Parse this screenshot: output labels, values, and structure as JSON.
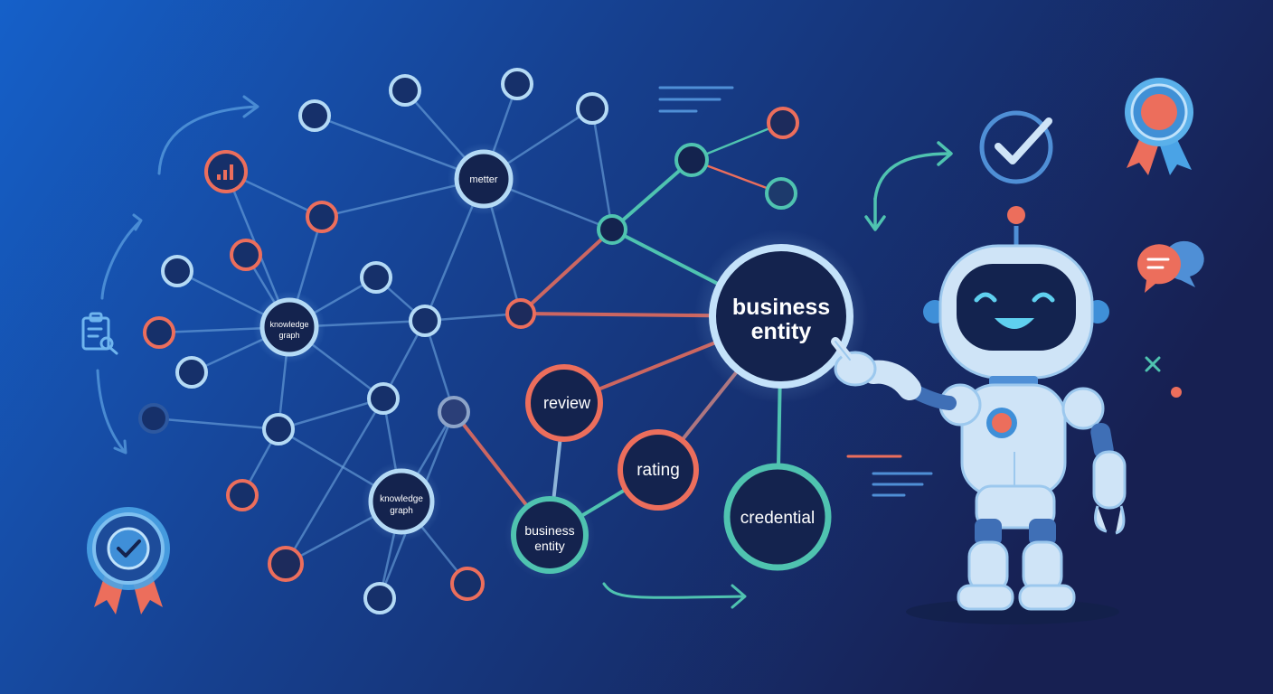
{
  "labels": {
    "metter": "metter",
    "knowledge_line1": "knowledge",
    "knowledge_line2": "graph",
    "business_line1": "business",
    "business_line2": "entity",
    "review": "review",
    "rating": "rating",
    "credential": "credential"
  },
  "colors": {
    "bg_left": "#1560c9",
    "bg_right": "#172052",
    "node_light": "#b4daf5",
    "node_coral": "#ec6e5c",
    "node_teal": "#4fc3b0",
    "node_fill": "#14234e",
    "robot_body": "#cfe4f7"
  },
  "icons": [
    "bar-chart-icon",
    "clipboard-search-icon",
    "award-badge-icon",
    "check-circle-icon",
    "award-ribbon-icon",
    "chat-bubbles-icon",
    "close-icon"
  ]
}
